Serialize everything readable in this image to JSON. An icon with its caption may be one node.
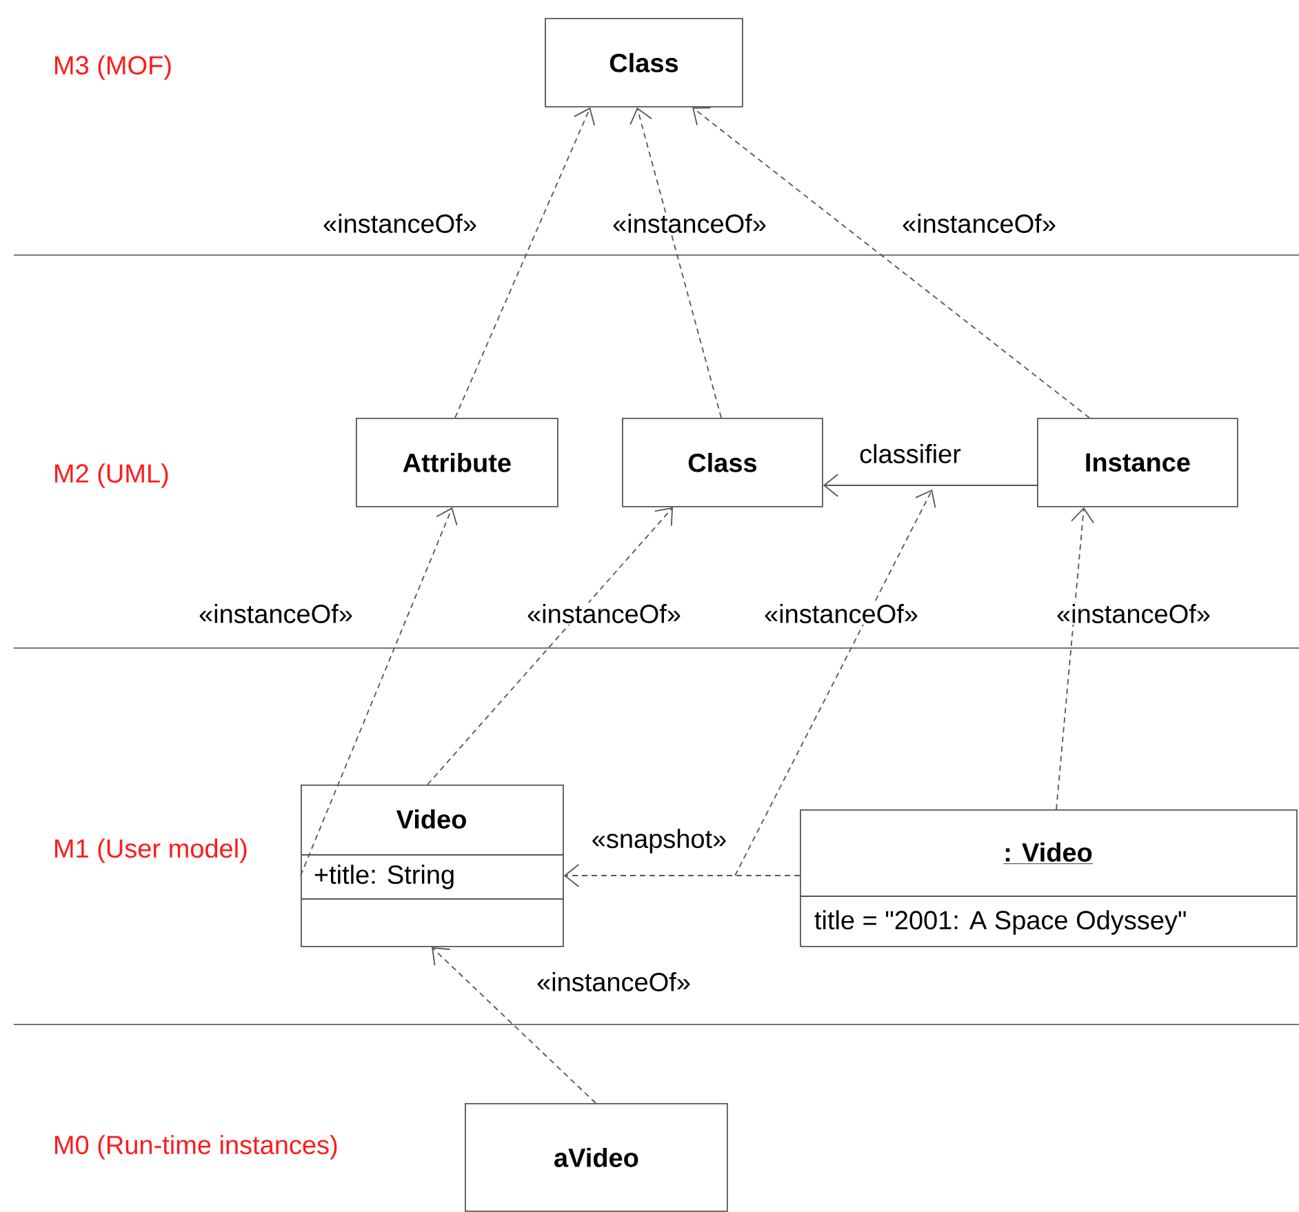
{
  "diagram": {
    "nodes": [
      {
        "text": [
          "Class"
        ]
      },
      {
        "text": [
          "Attribute"
        ]
      },
      {
        "text": [
          "Class"
        ]
      },
      {
        "text": [
          "Instance"
        ]
      },
      {
        "text": [
          "Video",
          "+title: String"
        ]
      },
      {
        "text": [
          ": Video",
          "title = \"2001: A Space Odyssey\""
        ]
      },
      {
        "text": [
          "aVideo"
        ]
      }
    ],
    "edges": [
      {
        "from": 1,
        "to": 0,
        "arrow": "to",
        "style": "dashed",
        "label": "«instanceOf»"
      },
      {
        "from": 2,
        "to": 0,
        "arrow": "to",
        "style": "dashed",
        "label": "«instanceOf»"
      },
      {
        "from": 3,
        "to": 0,
        "arrow": "to",
        "style": "dashed",
        "label": "«instanceOf»"
      },
      {
        "from": 3,
        "to": 2,
        "arrow": "to",
        "label": "classifier"
      },
      {
        "from": 4,
        "to": 1,
        "arrow": "to",
        "style": "dashed",
        "label": "«instanceOf»"
      },
      {
        "from": 4,
        "to": 2,
        "arrow": "to",
        "style": "dashed",
        "label": "«instanceOf»"
      },
      {
        "from": 5,
        "to": 3,
        "arrow": "to",
        "style": "dashed",
        "label": "«instanceOf»"
      },
      {
        "from": 5,
        "to": 4,
        "arrow": "to",
        "style": "dashed",
        "label": "«snapshot»"
      },
      {
        "from": 6,
        "to": 4,
        "arrow": "to",
        "style": "dashed",
        "label": "«instanceOf»"
      }
    ],
    "labels": [
      "M3 (MOF)",
      "M2 (UML)",
      "«instanceOf»",
      "M1 (User model)",
      "M0 (Run-time instances)"
    ]
  }
}
